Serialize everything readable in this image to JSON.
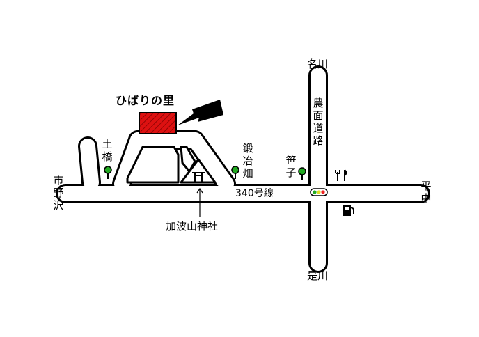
{
  "map": {
    "destination": {
      "name": "ひばりの里",
      "color": "#dd1111"
    },
    "road_name": "340号線",
    "places": {
      "tsuchihashi": "土橋",
      "tanbata": "鍛冶畑",
      "sasago": "笹子",
      "shrine": "加波山神社",
      "farm_road": "農面道路"
    },
    "directions": {
      "west": "市野沢",
      "east": "平中",
      "north": "名川",
      "south": "是川"
    },
    "icons": [
      "tree-icon",
      "shrine-icon",
      "traffic-light-icon",
      "restaurant-icon",
      "gas-station-icon",
      "arrow-icon"
    ],
    "colors": {
      "road_outline": "#000000",
      "road_fill": "#ffffff",
      "tree": "#22aa22",
      "signal_red": "#ee2222",
      "signal_green": "#22aa22"
    }
  }
}
